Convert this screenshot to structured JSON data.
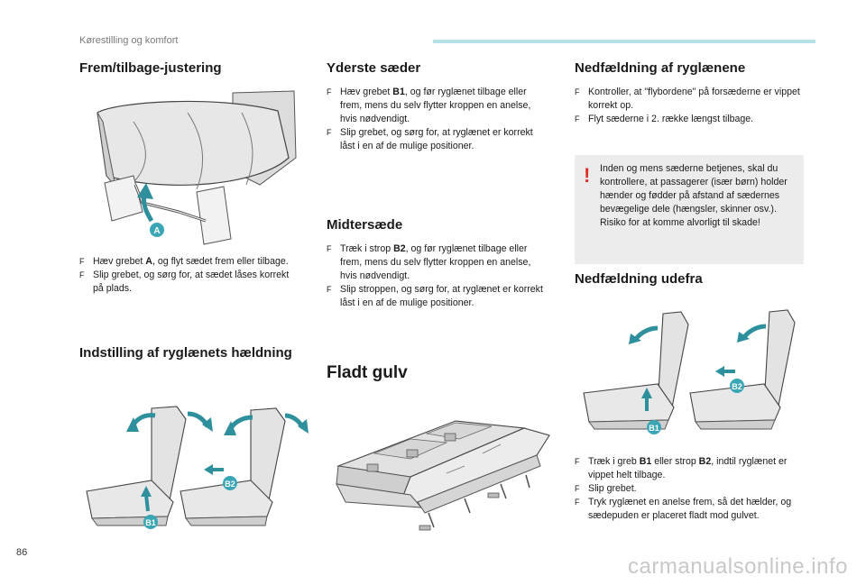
{
  "header": {
    "section": "Kørestilling og komfort"
  },
  "col1": {
    "title": "Frem/tilbage-justering",
    "bullets": [
      {
        "parts": [
          "Hæv grebet ",
          "A",
          ", og flyt sædet frem eller tilbage."
        ]
      },
      {
        "parts": [
          "Slip grebet, og sørg for, at sædet låses korrekt på plads.",
          "",
          ""
        ]
      }
    ],
    "title2": "Indstilling af ryglænets hældning",
    "label_a": "A",
    "label_b1": "B1",
    "label_b2": "B2"
  },
  "col2": {
    "title": "Yderste sæder",
    "bullets": [
      {
        "parts": [
          "Hæv grebet ",
          "B1",
          ", og før ryglænet tilbage eller frem, mens du selv flytter kroppen en anelse, hvis nødvendigt."
        ]
      },
      {
        "parts": [
          "Slip grebet, og sørg for, at ryglænet er korrekt låst i en af de mulige positioner.",
          "",
          ""
        ]
      }
    ],
    "title2": "Midtersæde",
    "bullets2": [
      {
        "parts": [
          "Træk i strop ",
          "B2",
          ", og før ryglænet tilbage eller frem, mens du selv flytter kroppen en anelse, hvis nødvendigt."
        ]
      },
      {
        "parts": [
          "Slip stroppen, og sørg for, at ryglænet er korrekt låst i en af de mulige positioner.",
          "",
          ""
        ]
      }
    ],
    "title3": "Fladt gulv"
  },
  "col3": {
    "title": "Nedfældning af ryglænene",
    "bullets": [
      {
        "parts": [
          "Kontroller, at \"flybordene\" på forsæderne er vippet korrekt op.",
          "",
          ""
        ]
      },
      {
        "parts": [
          "Flyt sæderne i 2. række længst tilbage.",
          "",
          ""
        ]
      }
    ],
    "warning": "Inden og mens sæderne betjenes, skal du kontrollere, at passagerer (især børn) holder hænder og fødder på afstand af sædernes bevægelige dele (hængsler, skinner osv.). Risiko for at komme alvorligt til skade!",
    "warning_icon": "!",
    "title2": "Nedfældning udefra",
    "bullets2": [
      {
        "parts": [
          "Træk i greb ",
          "B1",
          " eller strop "
        ],
        "parts2": [
          "B2",
          ", indtil ryglænet er vippet helt tilbage."
        ]
      },
      {
        "parts": [
          "Slip grebet.",
          "",
          ""
        ]
      },
      {
        "parts": [
          "Tryk ryglænet en anelse frem, så det hælder, og sædepuden er placeret fladt mod gulvet.",
          "",
          ""
        ]
      }
    ]
  },
  "footer": {
    "page_number": "86",
    "watermark": "carmanualsonline.info"
  },
  "bullet_marker": "F",
  "colors": {
    "accent_teal": "#3aa6b5",
    "header_bar": "#b5e2e6",
    "arrow_teal": "#2e8f9d",
    "warning_red": "#d9302c",
    "warning_bg": "#ececec"
  }
}
